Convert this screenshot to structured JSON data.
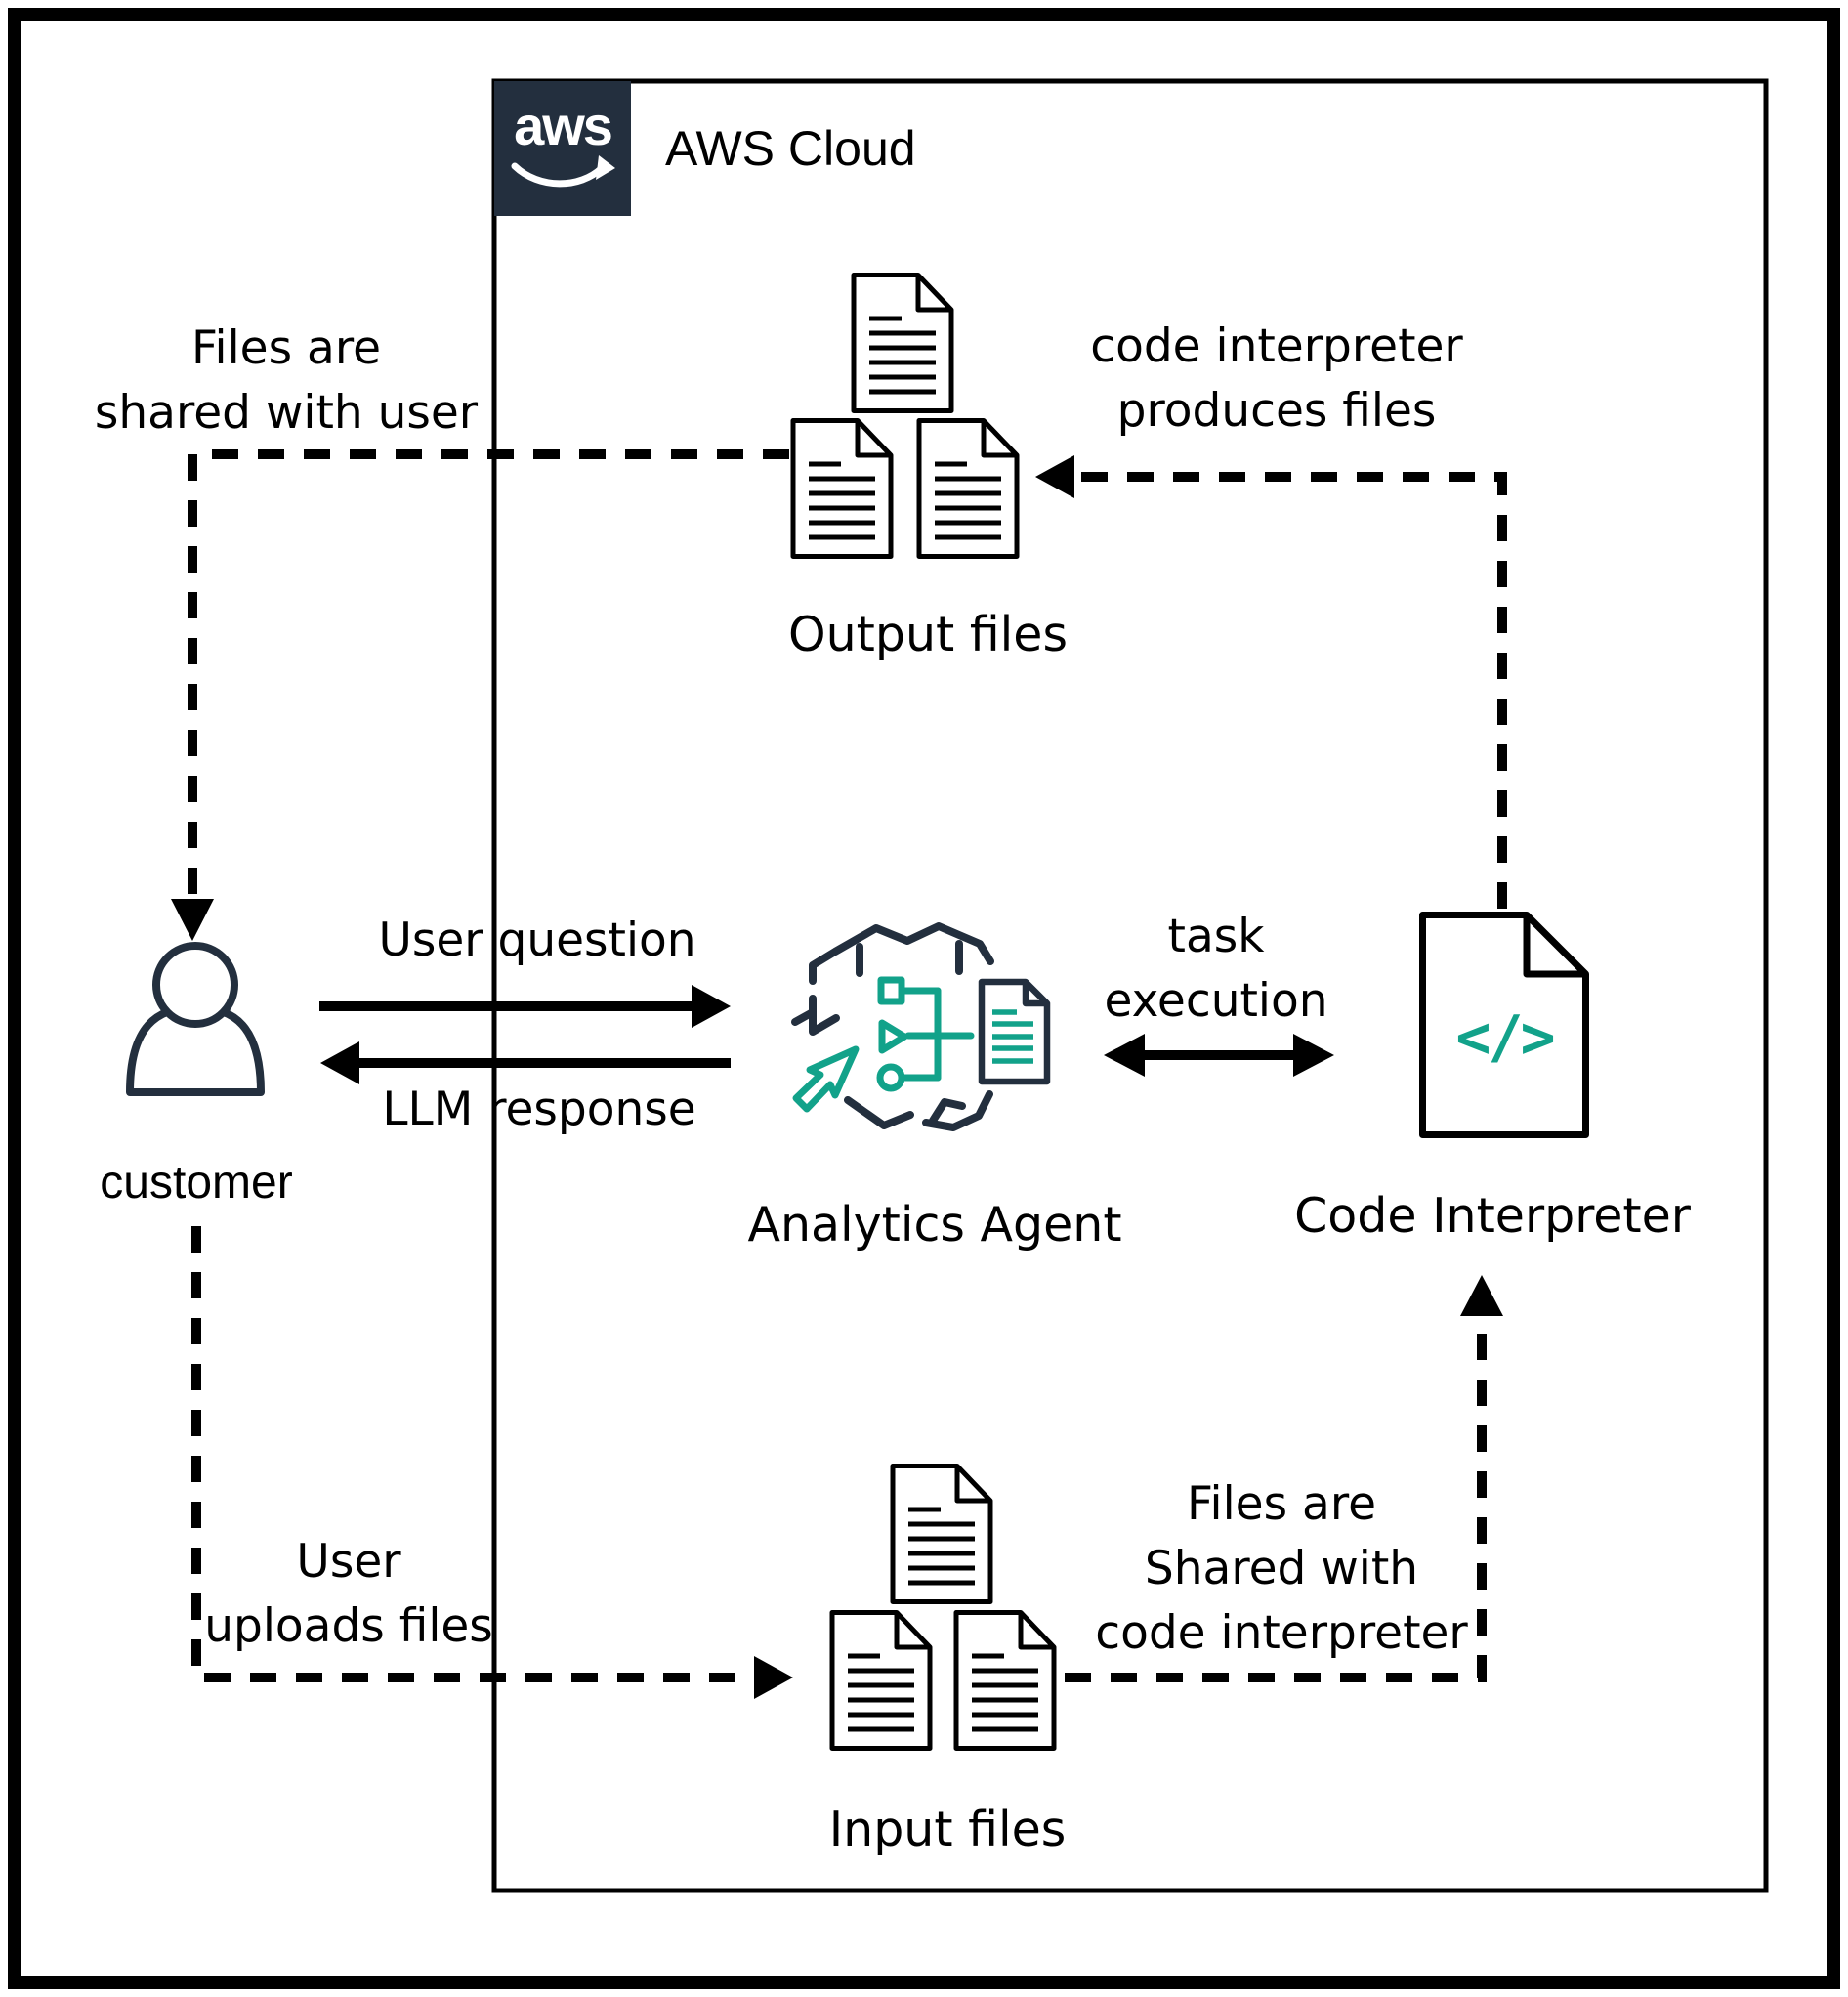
{
  "colors": {
    "navy": "#232F3E",
    "green": "#12A28A",
    "black": "#000000",
    "white": "#FFFFFF"
  },
  "logo": {
    "text": "aws"
  },
  "cloud": {
    "title": "AWS Cloud"
  },
  "nodes": {
    "customer": {
      "label": "customer"
    },
    "analytics_agent": {
      "label": "Analytics Agent"
    },
    "code_interpreter": {
      "label": "Code Interpreter",
      "glyph": "</>"
    },
    "output_files": {
      "label": "Output files"
    },
    "input_files": {
      "label": "Input files"
    }
  },
  "edges": {
    "files_shared_with_user": {
      "style": "dashed",
      "lines": [
        "Files are",
        "shared with user"
      ]
    },
    "code_interpreter_produces_files": {
      "style": "dashed",
      "lines": [
        "code interpreter",
        "produces files"
      ]
    },
    "user_question": {
      "style": "solid",
      "lines": [
        "User question"
      ]
    },
    "llm_response": {
      "style": "solid",
      "lines": [
        "LLM response"
      ]
    },
    "task_execution": {
      "style": "solid-double",
      "lines": [
        "task",
        "execution"
      ]
    },
    "user_uploads_files": {
      "style": "dashed",
      "lines": [
        "User",
        "uploads files"
      ]
    },
    "files_shared_with_code_interpreter": {
      "style": "dashed",
      "lines": [
        "Files are",
        "Shared with",
        "code interpreter"
      ]
    }
  }
}
